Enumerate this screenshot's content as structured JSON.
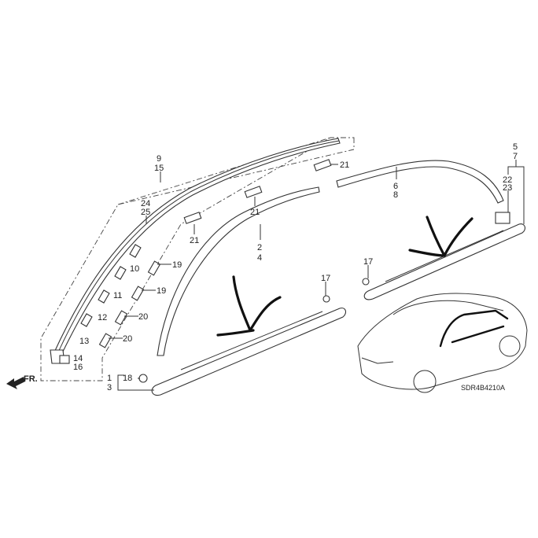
{
  "diagram": {
    "callouts": {
      "c9": "9",
      "c15": "15",
      "c24": "24",
      "c25": "25",
      "c21a": "21",
      "c21b": "21",
      "c21c": "21",
      "c2": "2",
      "c4": "4",
      "c6": "6",
      "c8": "8",
      "c5": "5",
      "c7": "7",
      "c22": "22",
      "c23": "23",
      "c10": "10",
      "c11": "11",
      "c12": "12",
      "c13": "13",
      "c19a": "19",
      "c19b": "19",
      "c20a": "20",
      "c20b": "20",
      "c14": "14",
      "c16": "16",
      "c17a": "17",
      "c17b": "17",
      "c1": "1",
      "c3": "3",
      "c18": "18"
    },
    "direction_label": "FR.",
    "diagram_code": "SDR4B4210A",
    "icons": {
      "direction": "front-arrow-icon"
    }
  }
}
